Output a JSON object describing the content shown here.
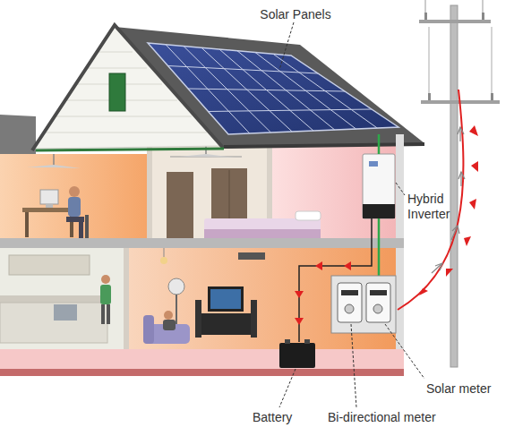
{
  "diagram": {
    "labels": [
      "Solar Panels",
      "Hybrid Inverter",
      "Battery",
      "Bi-directional meter",
      "Solar meter"
    ]
  }
}
